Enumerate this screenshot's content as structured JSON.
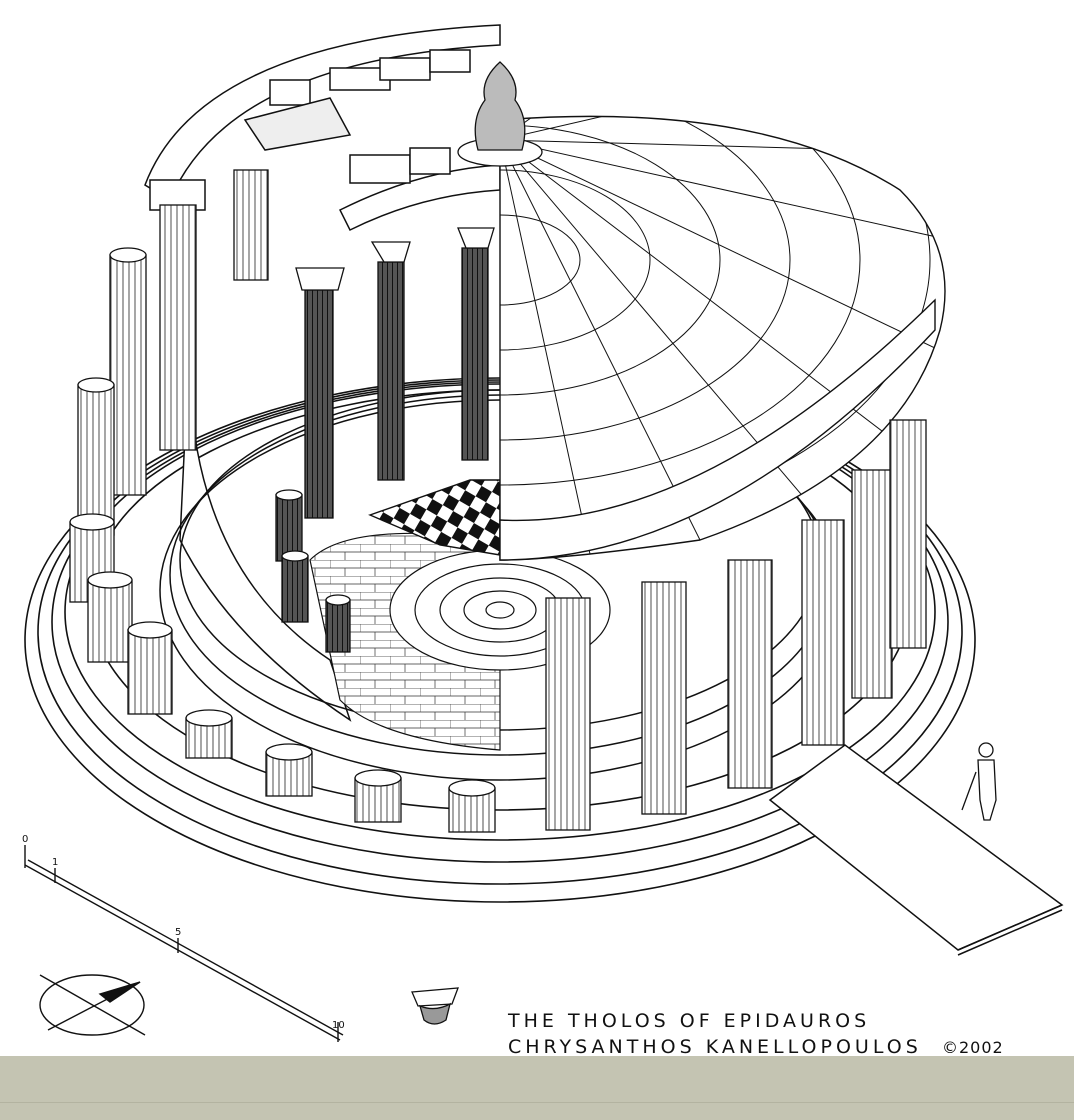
{
  "caption": {
    "title": "THE THOLOS OF EPIDAUROS",
    "author": "CHRYSANTHOS KANELLOPOULOS",
    "copyright": "©2002"
  },
  "scale_bar": {
    "labels": [
      "0",
      "1",
      "5",
      "10"
    ]
  },
  "colors": {
    "ink": "#111111",
    "background": "#ffffff",
    "bottom_band": "#c4c4b2"
  }
}
